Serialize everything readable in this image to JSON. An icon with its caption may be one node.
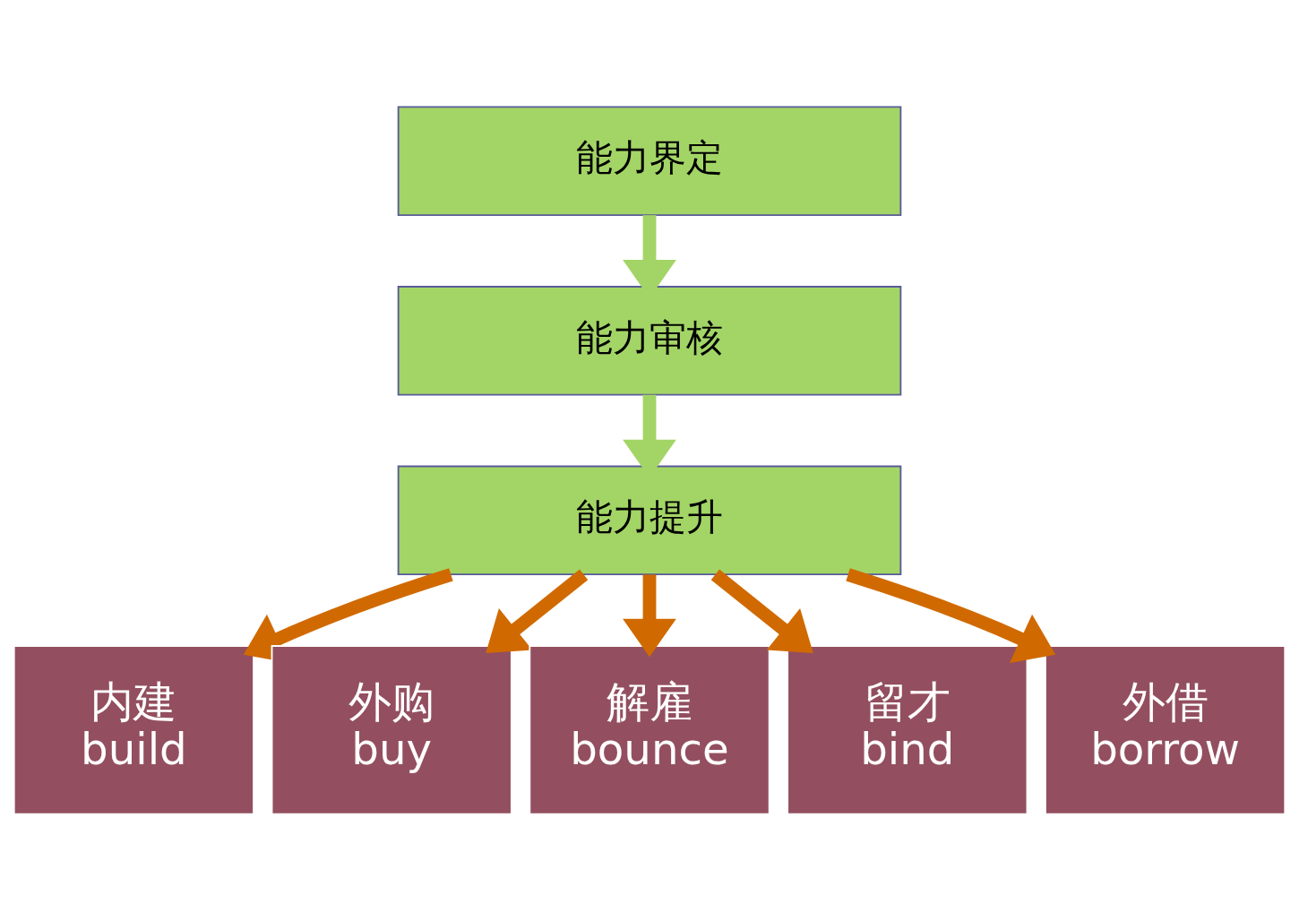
{
  "diagram": {
    "nodes": [
      {
        "text": [
          "能力界定"
        ]
      },
      {
        "text": [
          "能力审核"
        ]
      },
      {
        "text": [
          "能力提升"
        ]
      },
      {
        "text": [
          "内建",
          "build"
        ]
      },
      {
        "text": [
          "外购",
          "buy"
        ]
      },
      {
        "text": [
          "解雇",
          "bounce"
        ]
      },
      {
        "text": [
          "留才",
          "bind"
        ]
      },
      {
        "text": [
          "外借",
          "borrow"
        ]
      }
    ],
    "edges": [
      {
        "from": 0,
        "to": 1,
        "arrow": "to",
        "color": "#a3d566"
      },
      {
        "from": 1,
        "to": 2,
        "arrow": "to",
        "color": "#a3d566"
      },
      {
        "from": 2,
        "to": 3,
        "arrow": "to"
      },
      {
        "from": 2,
        "to": 4,
        "arrow": "to"
      },
      {
        "from": 2,
        "to": 5,
        "arrow": "to"
      },
      {
        "from": 2,
        "to": 6,
        "arrow": "to"
      },
      {
        "from": 2,
        "to": 7,
        "arrow": "to"
      }
    ]
  }
}
